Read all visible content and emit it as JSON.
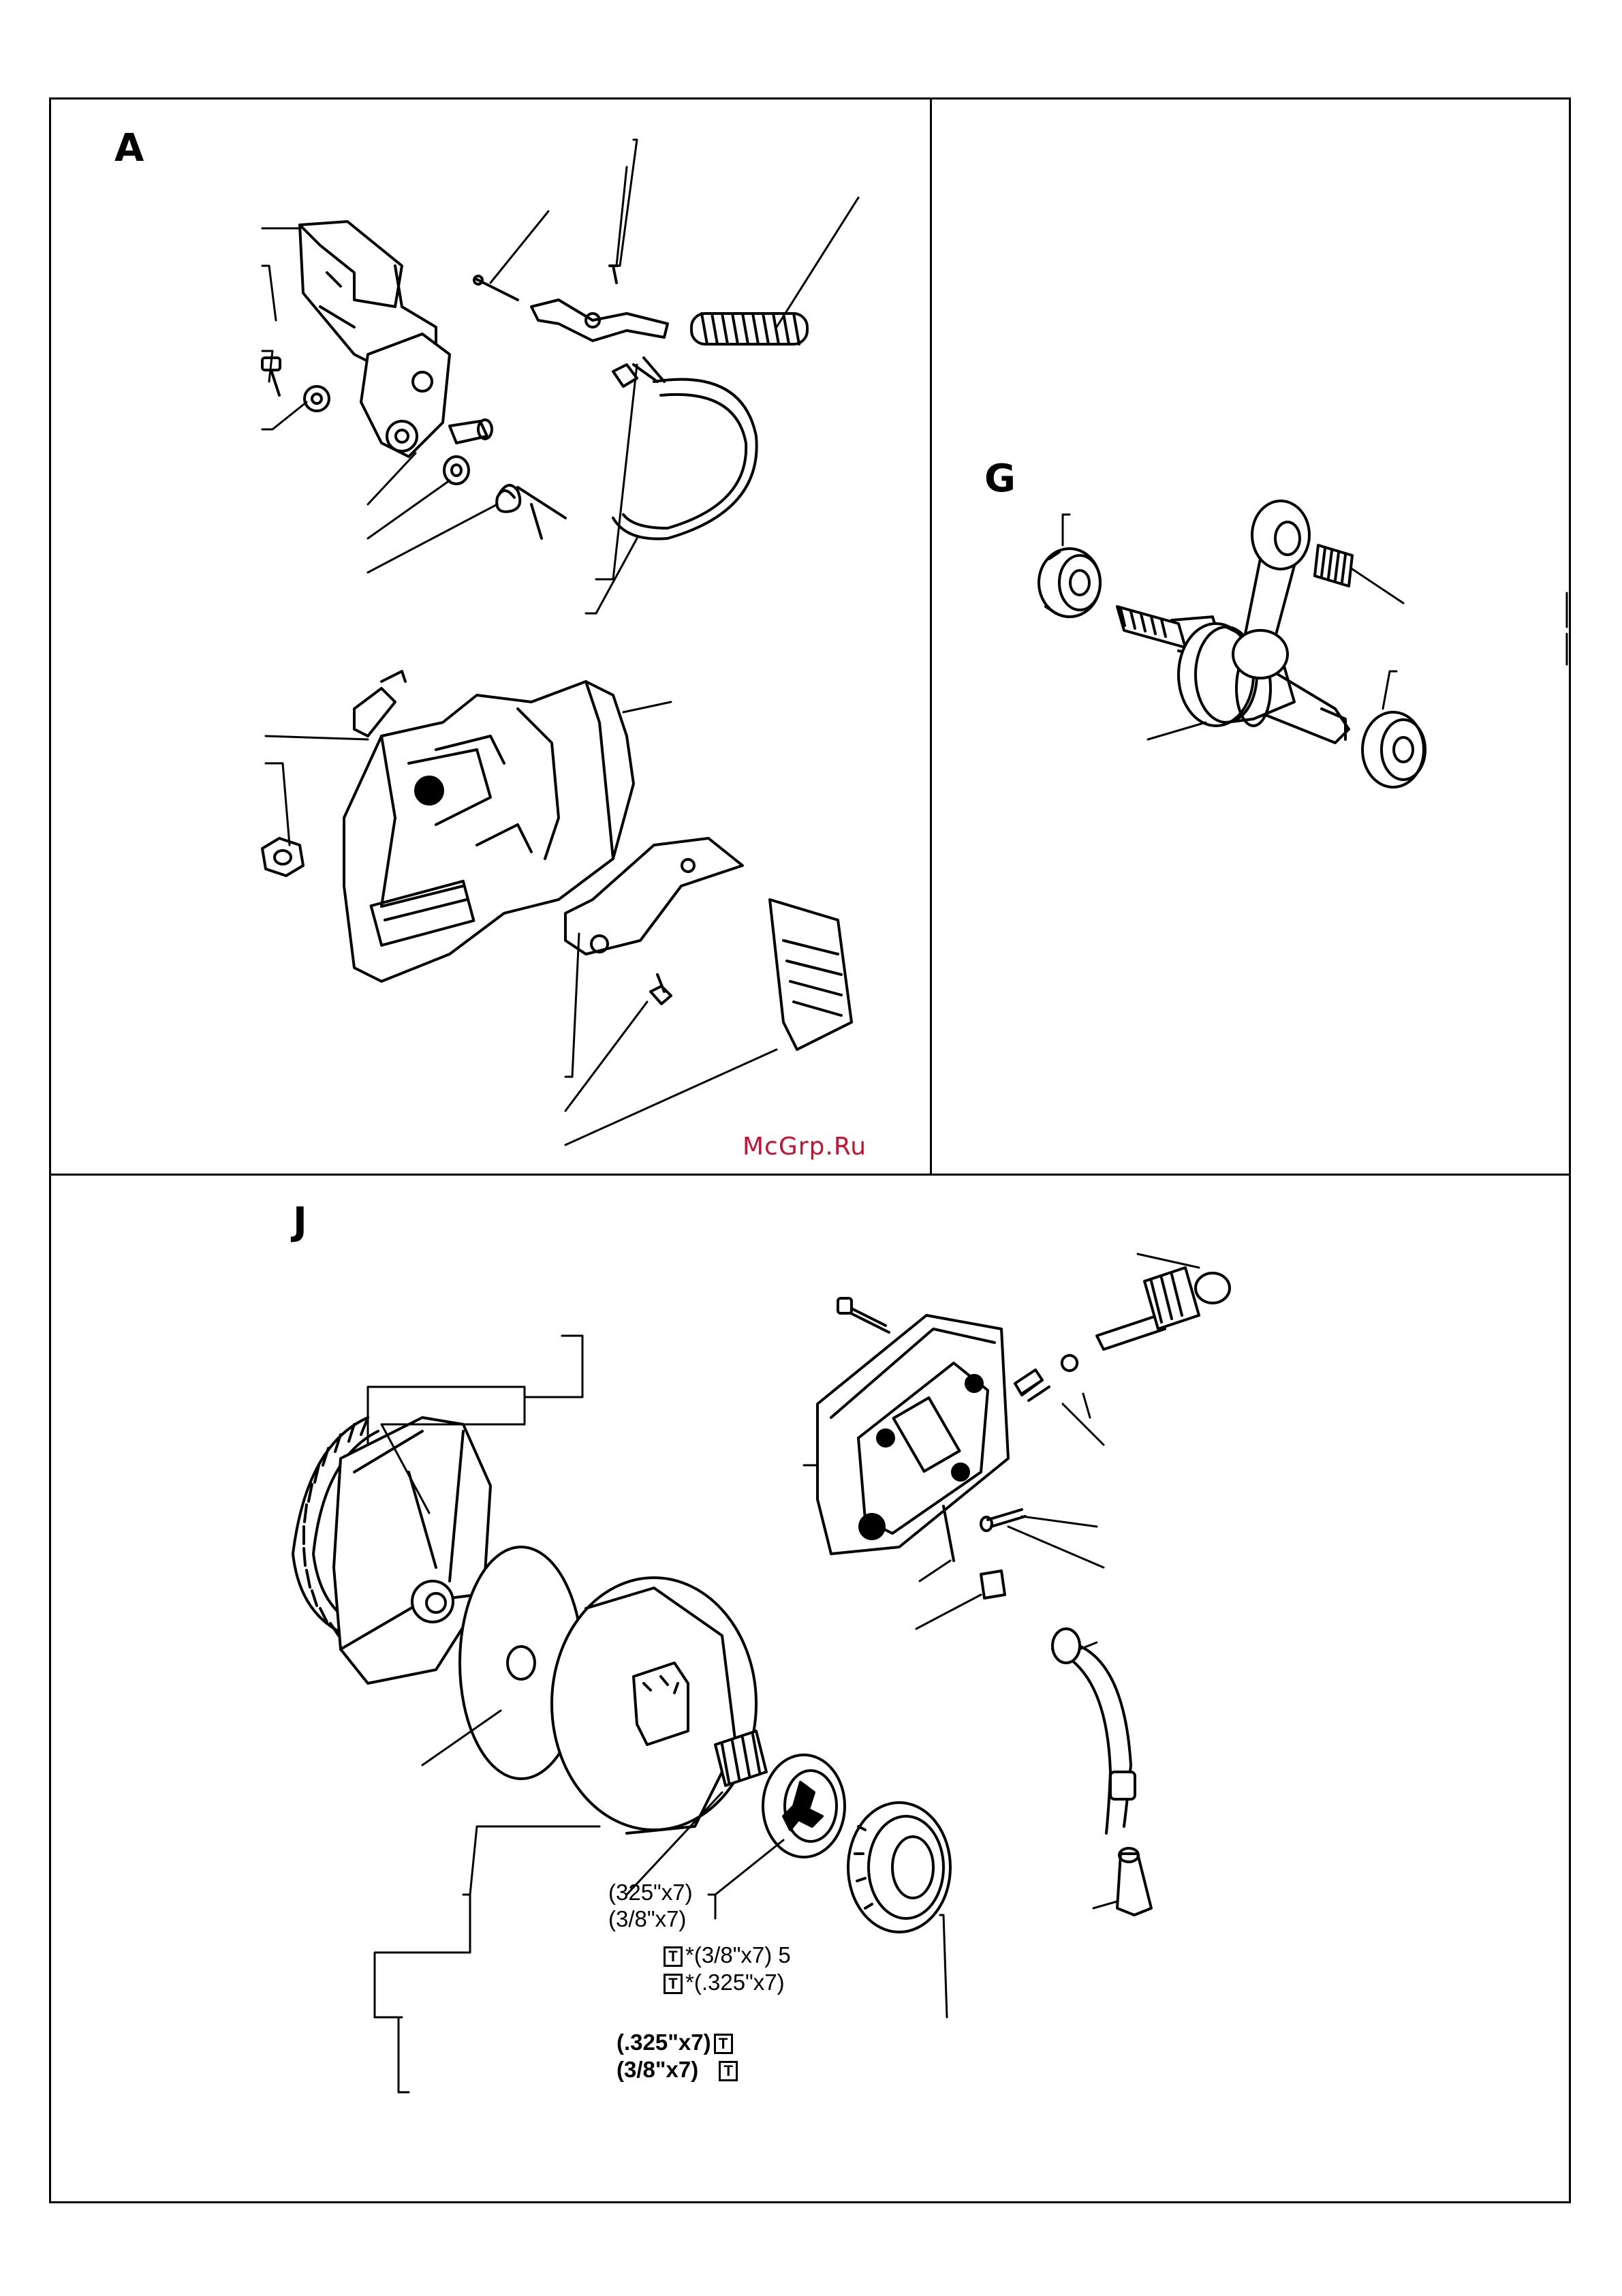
{
  "sections": {
    "a": {
      "letter": "A"
    },
    "g": {
      "letter": "G"
    },
    "j": {
      "letter": "J"
    }
  },
  "labels": {
    "sprocket_325_small": "(325\"x7)",
    "sprocket_38_small": "(3/8\"x7)",
    "rim_38": "*(3/8\"x7) 5",
    "rim_325": "*(.325\"x7)",
    "clutch_325": "(.325\"x7)",
    "clutch_38": "(3/8\"x7)",
    "tool_symbol": "T"
  },
  "watermark": {
    "text": "McGrp.Ru",
    "color": "#c8102e"
  },
  "colors": {
    "ink": "#000000",
    "paper": "#ffffff"
  }
}
